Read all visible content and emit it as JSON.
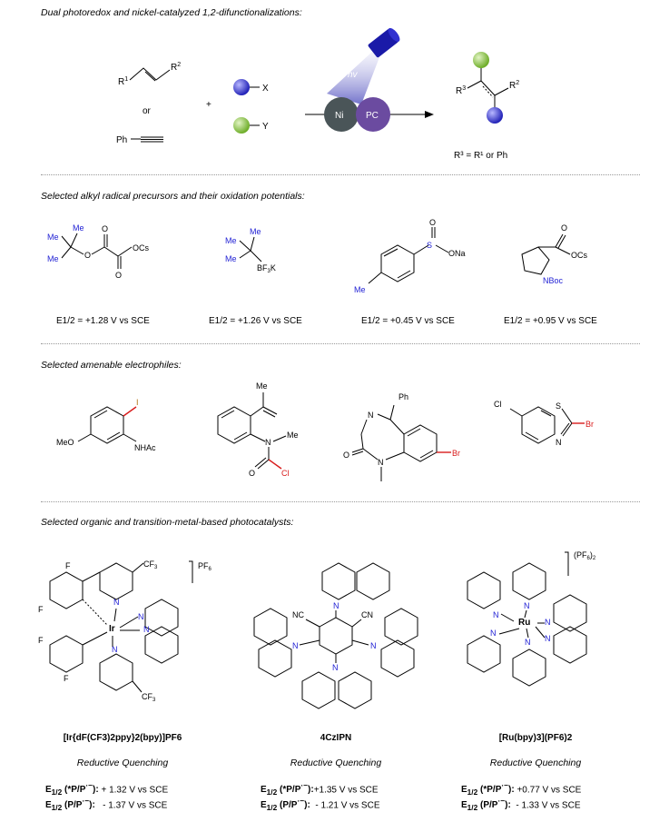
{
  "section1": {
    "header": "Dual photoredox and nickel-catalyzed 1,2-difunctionalizations:",
    "or": "or",
    "plus": "+",
    "x_label": "X",
    "y_label": "Y",
    "hv": "hv",
    "ni": "Ni",
    "pc": "PC",
    "r3_def": "R³ = R¹ or Ph"
  },
  "section2": {
    "header": "Selected alkyl radical precursors and their oxidation potentials:",
    "potentials": [
      "E1/2 = +1.28 V vs SCE",
      "E1/2 = +1.26 V vs SCE",
      "E1/2 = +0.45 V vs SCE",
      "E1/2 = +0.95 V vs SCE"
    ]
  },
  "section3": {
    "header": "Selected amenable electrophiles:"
  },
  "section4": {
    "header": "Selected organic and transition-metal-based photocatalysts:",
    "catalysts": [
      {
        "name": "[Ir{dF(CF3)2ppy}2(bpy)]PF6",
        "quenching": "Reductive Quenching",
        "ox": "+ 1.32 V vs SCE",
        "red": "- 1.37 V vs SCE"
      },
      {
        "name": "4CzIPN",
        "quenching": "Reductive Quenching",
        "ox": "+1.35 V vs SCE",
        "red": "- 1.21 V vs SCE"
      },
      {
        "name": "[Ru(bpy)3](PF6)2",
        "quenching": "Reductive Quenching",
        "ox": "+0.77 V vs SCE",
        "red": "- 1.33 V vs SCE"
      }
    ]
  },
  "colors": {
    "blue_sphere": "#3a3ad6",
    "green_sphere": "#8cc640",
    "ni_disc": "#4a5558",
    "pc_disc": "#6b4ba0",
    "lamp": "#1a1aa8",
    "heteroatom_blue": "#1f1fd4",
    "halogen_red": "#d81b1b"
  }
}
